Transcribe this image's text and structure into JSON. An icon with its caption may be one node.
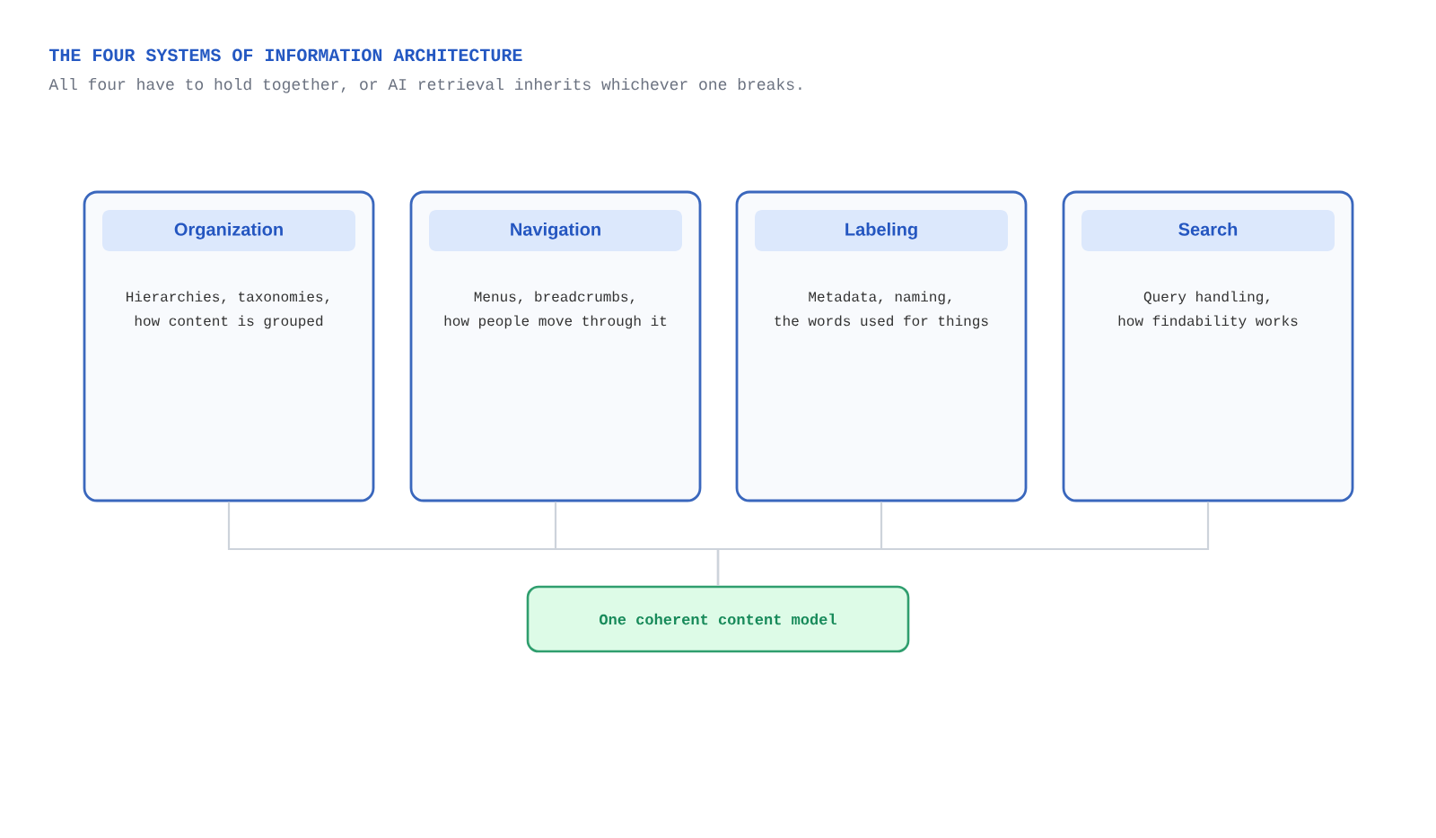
{
  "diagram": {
    "title": "THE FOUR SYSTEMS OF INFORMATION ARCHITECTURE",
    "nodes": [
      {
        "text": [
          "Organization",
          "Hierarchies, taxonomies, how content is grouped"
        ]
      },
      {
        "text": [
          "Navigation",
          "Menus, breadcrumbs, how people move through it"
        ]
      },
      {
        "text": [
          "Labeling",
          "Metadata, naming, the words used for things"
        ]
      },
      {
        "text": [
          "Search",
          "Query handling, how findability works"
        ]
      },
      {
        "text": [
          "One coherent content model"
        ]
      }
    ],
    "edges": [
      {
        "from": 0,
        "to": 4,
        "arrow": "none"
      },
      {
        "from": 1,
        "to": 4,
        "arrow": "none"
      },
      {
        "from": 2,
        "to": 4,
        "arrow": "none"
      },
      {
        "from": 3,
        "to": 4,
        "arrow": "none"
      }
    ],
    "labels": [
      "All four have to hold together, or AI retrieval inherits whichever one breaks."
    ]
  }
}
